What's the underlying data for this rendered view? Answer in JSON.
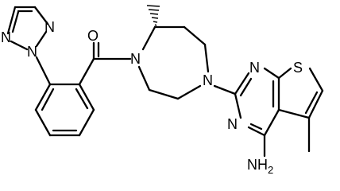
{
  "molecule": {
    "atoms": {
      "ketone_oxygen": "O",
      "amide_nitrogen": "N",
      "ring_nitrogen_aryl": "N",
      "triazole_n1": "N",
      "triazole_n2": "N",
      "triazole_n3": "N",
      "pyrimidine_n1": "N",
      "pyrimidine_n3": "N",
      "thiophene_sulfur": "S",
      "amine_n": "N",
      "amine_h": "H",
      "amine_h_count": "2"
    },
    "colors": {
      "ink": "#000000",
      "background": "#ffffff"
    }
  }
}
